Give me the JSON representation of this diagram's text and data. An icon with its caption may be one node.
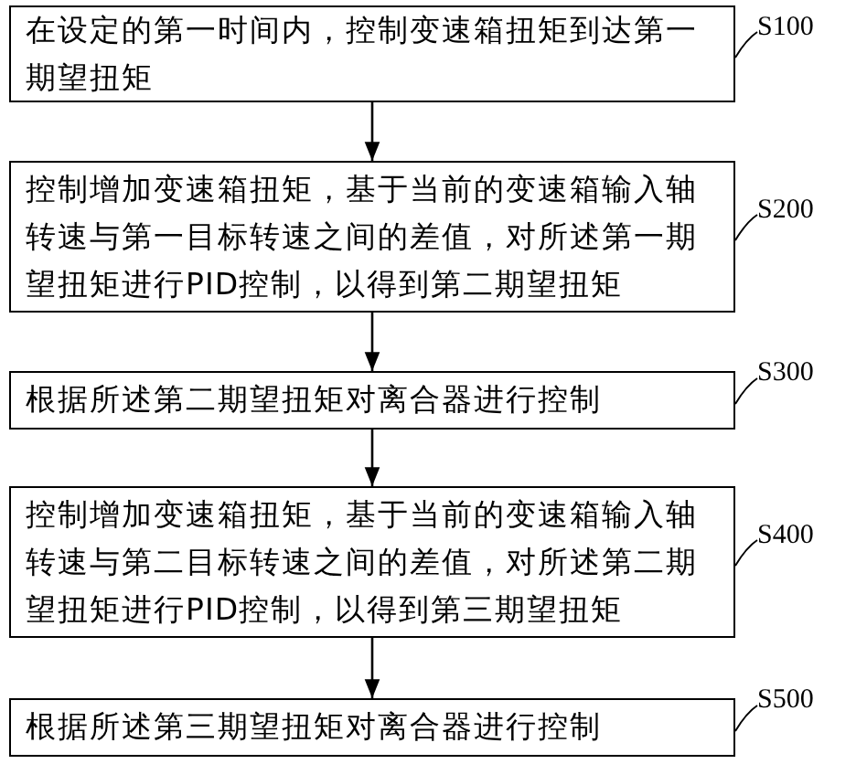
{
  "diagram": {
    "nodes": [
      {
        "text": [
          "在设定的第一时间内，控制变速箱扭矩到达第一期望扭矩"
        ],
        "beside": [
          "S100"
        ]
      },
      {
        "text": [
          "控制增加变速箱扭矩，基于当前的变速箱输入轴转速与第一目标转速之间的差值，对所述第一期望扭矩进行PID控制，以得到第二期望扭矩"
        ],
        "beside": [
          "S200"
        ]
      },
      {
        "text": [
          "根据所述第二期望扭矩对离合器进行控制"
        ],
        "beside": [
          "S300"
        ]
      },
      {
        "text": [
          "控制增加变速箱扭矩，基于当前的变速箱输入轴转速与第二目标转速之间的差值，对所述第二期望扭矩进行PID控制，以得到第三期望扭矩"
        ],
        "beside": [
          "S400"
        ]
      },
      {
        "text": [
          "根据所述第三期望扭矩对离合器进行控制"
        ],
        "beside": [
          "S500"
        ]
      }
    ],
    "edges": [
      {
        "from": 0,
        "to": 1,
        "arrow": "to"
      },
      {
        "from": 1,
        "to": 2,
        "arrow": "to"
      },
      {
        "from": 2,
        "to": 3,
        "arrow": "to"
      },
      {
        "from": 3,
        "to": 4,
        "arrow": "to"
      }
    ]
  }
}
